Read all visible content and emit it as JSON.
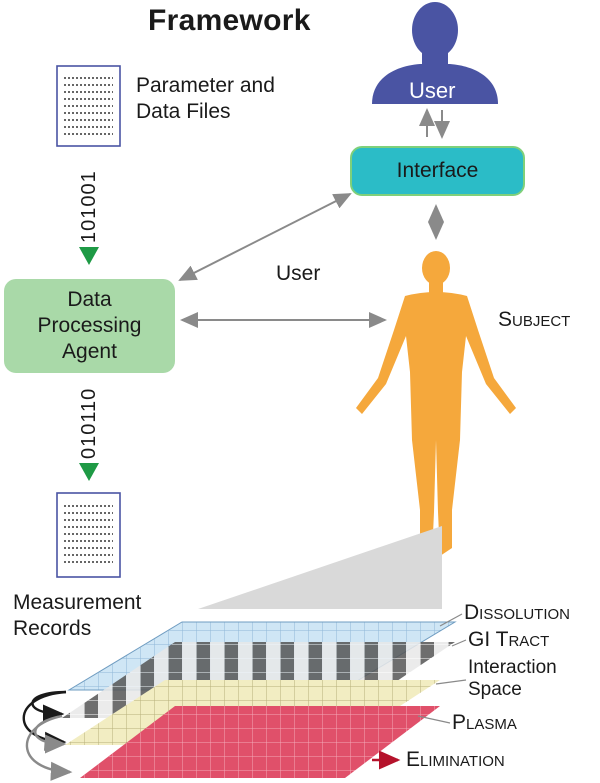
{
  "title": "Framework",
  "files": {
    "top_label_line1": "Parameter and",
    "top_label_line2": "Data Files",
    "bottom_label_line1": "Measurement",
    "bottom_label_line2": "Records"
  },
  "bits": {
    "top": "101001",
    "bottom": "010110"
  },
  "agent": {
    "line1": "Data",
    "line2": "Processing",
    "line3": "Agent"
  },
  "user_figure_label": "User",
  "interface_label": "Interface",
  "user_link_label": "User",
  "subject_label": "Subject",
  "layers": {
    "dissolution": "Dissolution",
    "gi_tract": "GI Tract",
    "interaction_line1": "Interaction",
    "interaction_line2": "Space",
    "plasma": "Plasma",
    "elimination": "Elimination"
  },
  "colors": {
    "agent_box": "#a9d9a8",
    "interface_box": "#2bbcc7",
    "user_figure": "#4a54a3",
    "subject_figure": "#f5a83c",
    "arrow_green": "#1e9a45",
    "dissolution_layer": "#cfe6f5",
    "gi_layer": "#9a9a9a",
    "interaction_layer": "#f2edc2",
    "plasma_layer": "#e0506a",
    "elimination_arrow": "#b5122b"
  }
}
